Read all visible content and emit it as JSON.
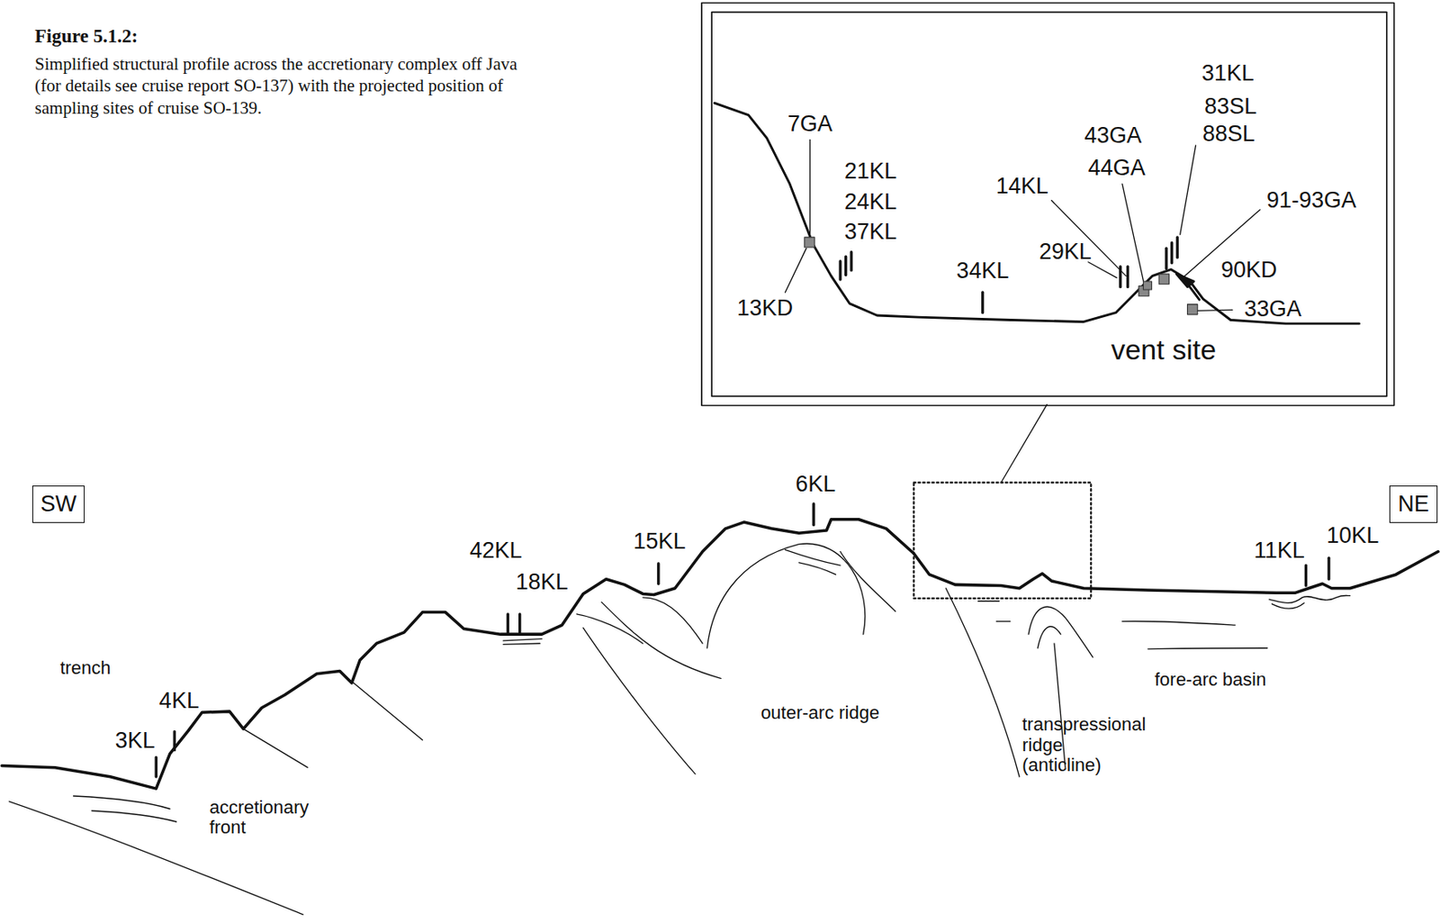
{
  "diagram": {
    "title": "Figure 5.1.2:",
    "caption": "Simplified structural profile across the accretionary complex off Java (for details see cruise report SO-137) with the projected position of sampling sites of cruise SO-139.",
    "nodes": [
      {
        "text": [
          "SW"
        ]
      },
      {
        "text": [
          "NE"
        ]
      }
    ],
    "labels": [
      "7GA",
      "21KL",
      "24KL",
      "37KL",
      "13KD",
      "34KL",
      "14KL",
      "43GA",
      "44GA",
      "29KL",
      "31KL",
      "83SL",
      "88SL",
      "91-93GA",
      "90KD",
      "33GA",
      "vent site",
      "6KL",
      "42KL",
      "18KL",
      "15KL",
      "11KL",
      "10KL",
      "trench",
      "4KL",
      "3KL",
      "accretionary front",
      "outer-arc ridge",
      "transpressional ridge (anticline)",
      "fore-arc basin"
    ]
  }
}
